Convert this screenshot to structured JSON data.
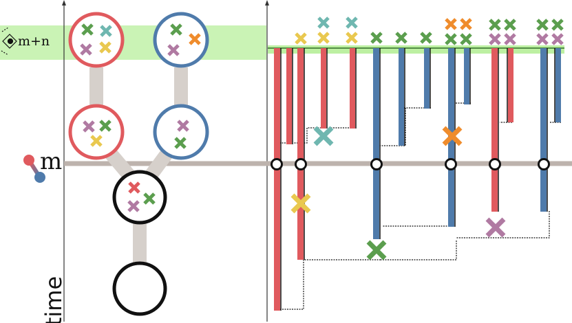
{
  "labels": {
    "time_axis": "time",
    "present_level": "m",
    "observed_level": "m+n"
  },
  "icons": {
    "observer": "eye-icon",
    "mutation_mark": "cross-icon"
  },
  "colors": {
    "red": "#e05a5e",
    "blue": "#4f7bab",
    "green": "#5b9e4e",
    "teal": "#6fb7b0",
    "yellow": "#e9c84f",
    "orange": "#ef8c2c",
    "purple": "#b07aa2",
    "grey_link": "#d6d0cb",
    "grey_line": "#bdb3ad",
    "highlight": "#bdf0a2"
  }
}
